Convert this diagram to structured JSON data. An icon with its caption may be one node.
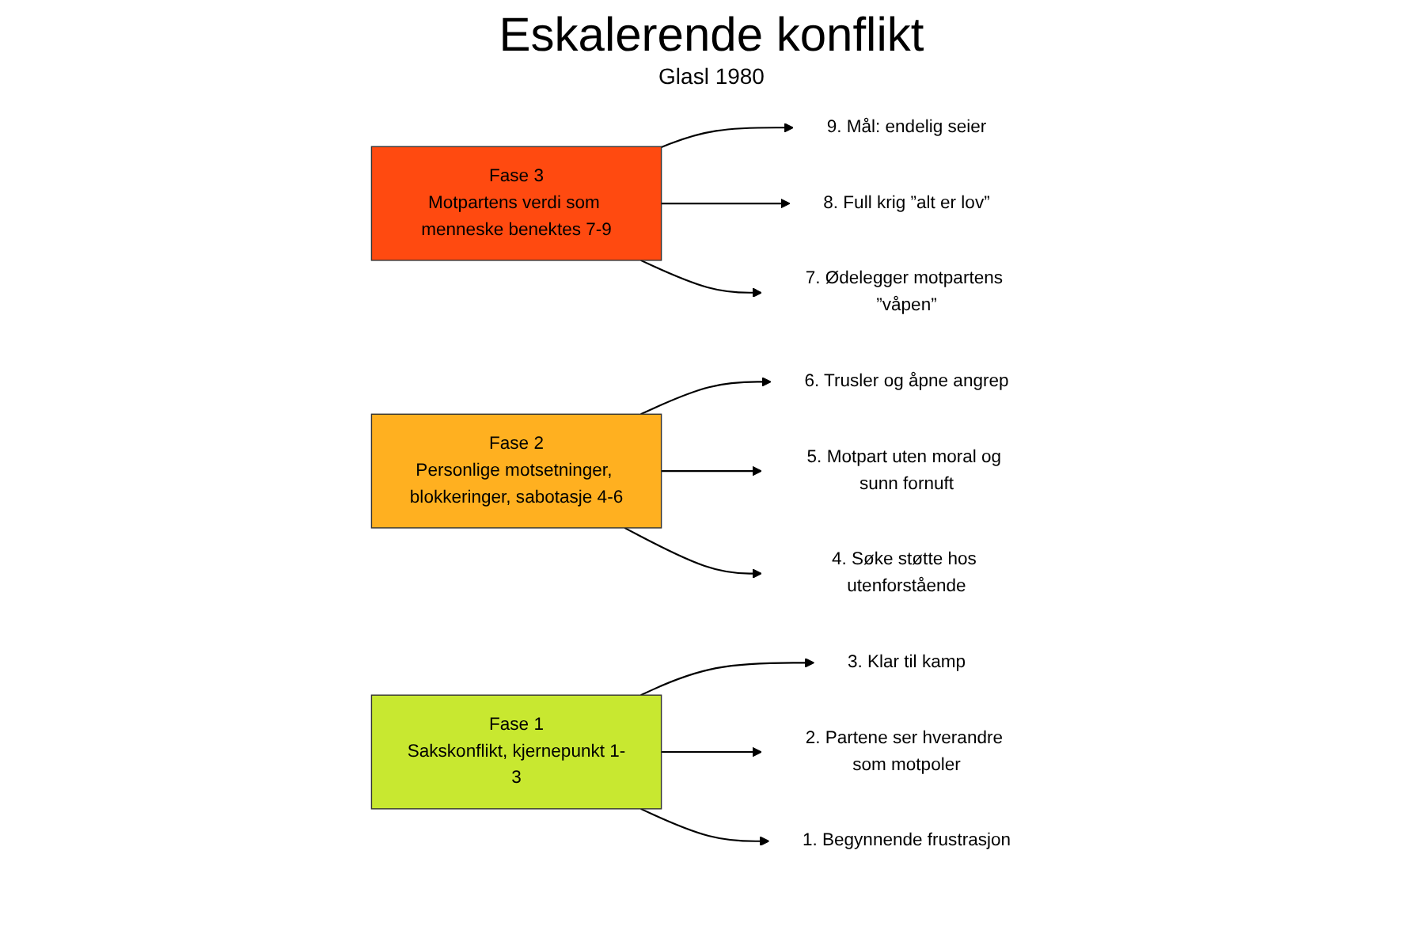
{
  "diagram": {
    "title": "Eskalerende konflikt",
    "nodes": [
      {
        "text": [
          "Fase 3",
          "Motpartens verdi som menneske benektes 7-9"
        ]
      },
      {
        "text": [
          "Fase 2",
          "Personlige motsetninger, blokkeringer, sabotasje 4-6"
        ]
      },
      {
        "text": [
          "Fase 1",
          "Sakskonflikt, kjernepunkt 1-3"
        ]
      },
      {
        "text": [
          "9. Mål: endelig seier"
        ]
      },
      {
        "text": [
          "8. Full krig ”alt er lov”"
        ]
      },
      {
        "text": [
          "7. Ødelegger motpartens ”våpen”"
        ]
      },
      {
        "text": [
          "6. Trusler og åpne angrep"
        ]
      },
      {
        "text": [
          "5. Motpart uten moral og sunn fornuft"
        ]
      },
      {
        "text": [
          "4. Søke støtte hos utenforstående"
        ]
      },
      {
        "text": [
          "3. Klar til kamp"
        ]
      },
      {
        "text": [
          "2. Partene ser hverandre som motpoler"
        ]
      },
      {
        "text": [
          "1. Begynnende frustrasjon"
        ]
      }
    ],
    "edges": [
      {
        "from": 0,
        "to": 3,
        "arrow": "to"
      },
      {
        "from": 0,
        "to": 4,
        "arrow": "to"
      },
      {
        "from": 0,
        "to": 5,
        "arrow": "to"
      },
      {
        "from": 1,
        "to": 6,
        "arrow": "to"
      },
      {
        "from": 1,
        "to": 7,
        "arrow": "to"
      },
      {
        "from": 1,
        "to": 8,
        "arrow": "to"
      },
      {
        "from": 2,
        "to": 9,
        "arrow": "to"
      },
      {
        "from": 2,
        "to": 10,
        "arrow": "to"
      },
      {
        "from": 2,
        "to": 11,
        "arrow": "to"
      }
    ],
    "labels": [
      "Glasl 1980"
    ]
  }
}
